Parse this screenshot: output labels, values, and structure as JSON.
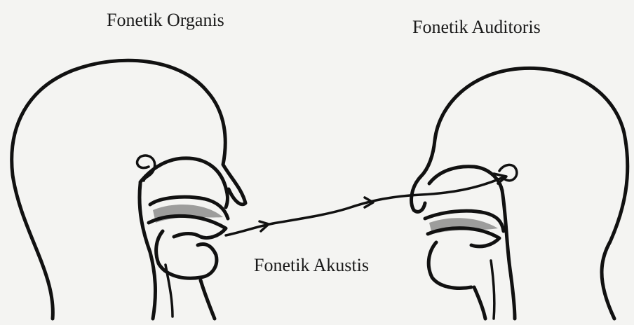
{
  "labels": {
    "organis": "Fonetik Organis",
    "auditoris": "Fonetik Auditoris",
    "akustis": "Fonetik Akustis"
  },
  "figure": {
    "left_head": "speaker-head",
    "right_head": "listener-head",
    "connection": "sound-wave"
  }
}
